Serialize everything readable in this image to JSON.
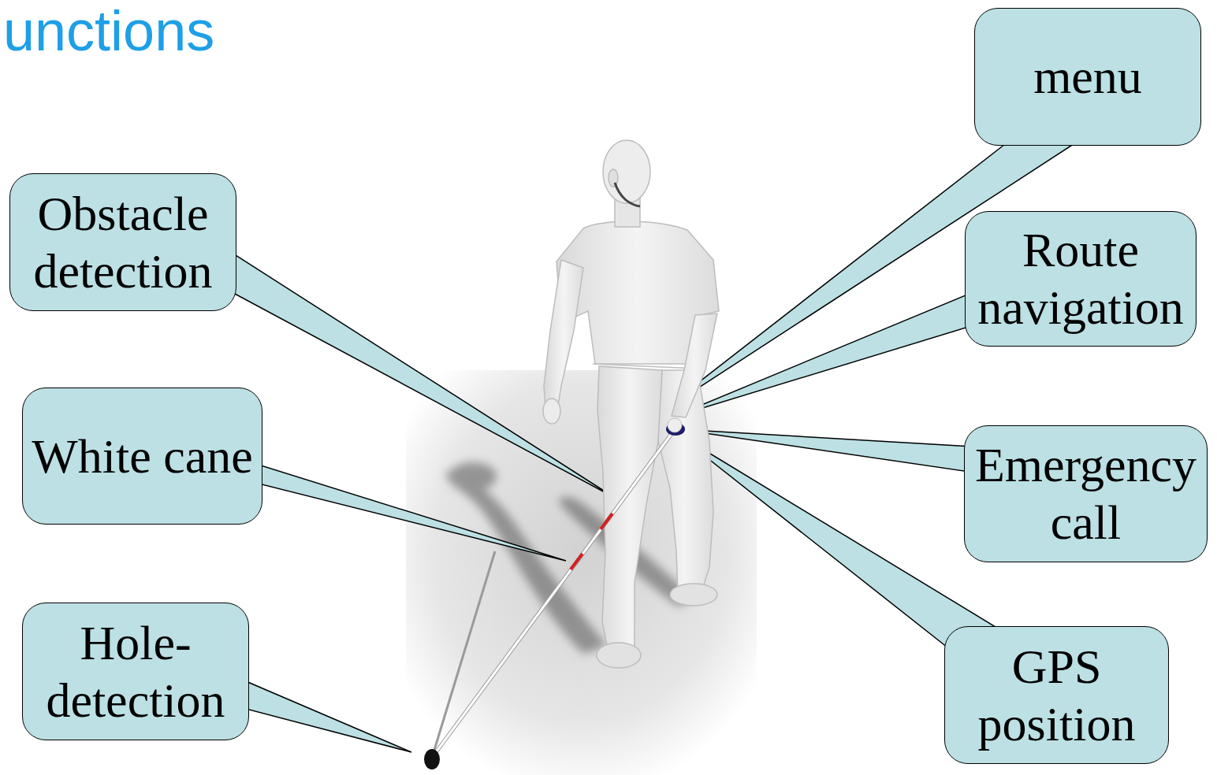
{
  "diagram": {
    "title": "unctions",
    "nodes": [
      {
        "text": [
          "menu"
        ]
      },
      {
        "text": [
          "Obstacle detection"
        ]
      },
      {
        "text": [
          "Route navigation"
        ]
      },
      {
        "text": [
          "White cane"
        ]
      },
      {
        "text": [
          "Emergency call"
        ]
      },
      {
        "text": [
          "Hole- detection"
        ]
      },
      {
        "text": [
          "GPS position"
        ]
      }
    ]
  }
}
